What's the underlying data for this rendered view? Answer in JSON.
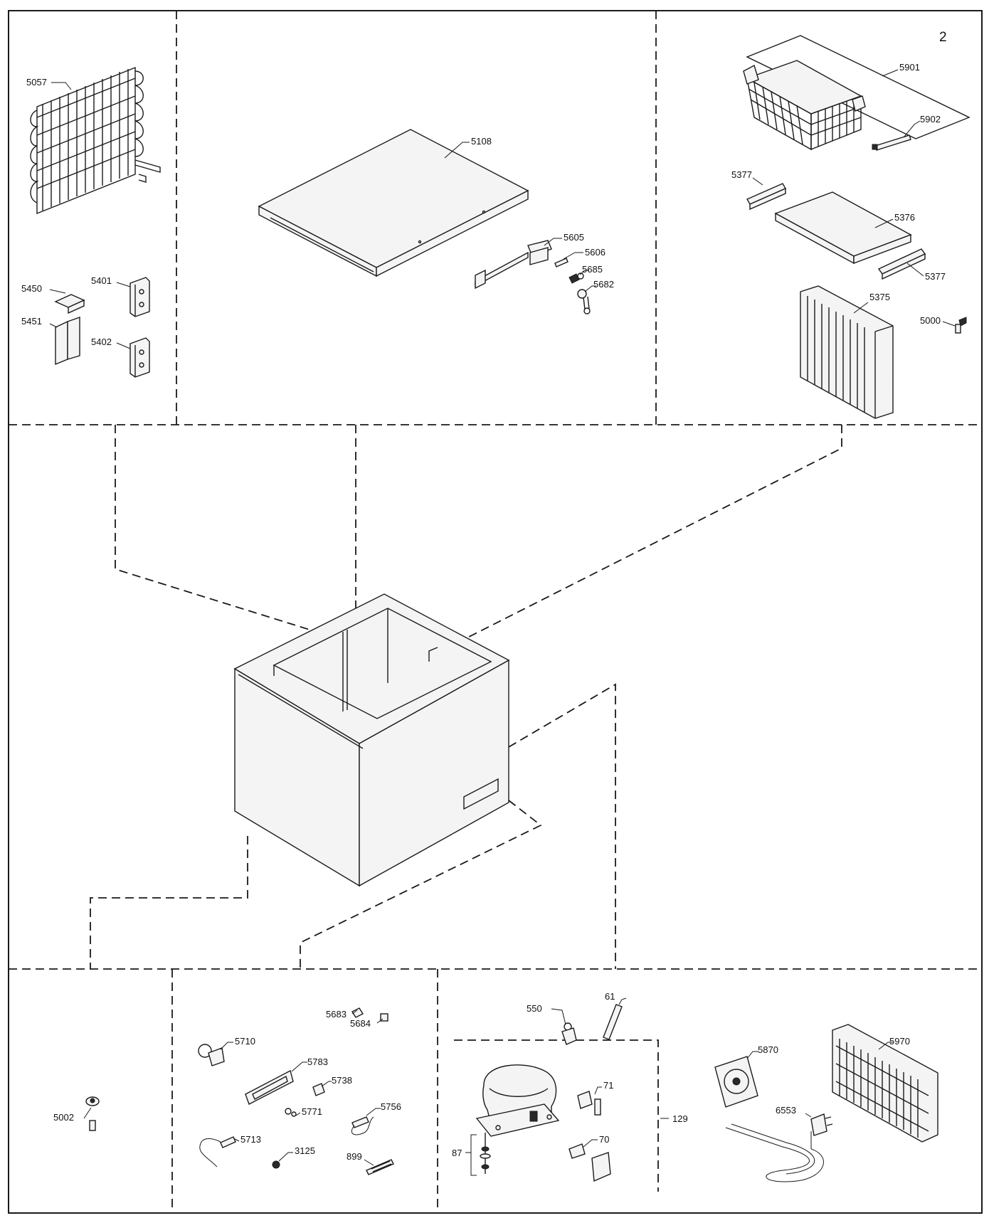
{
  "page_number": "2",
  "labels": {
    "p5057": "5057",
    "p5450": "5450",
    "p5401": "5401",
    "p5451": "5451",
    "p5402": "5402",
    "p5108": "5108",
    "p5605": "5605",
    "p5606": "5606",
    "p5685": "5685",
    "p5682": "5682",
    "p5901": "5901",
    "p5902": "5902",
    "p5377a": "5377",
    "p5376": "5376",
    "p5377b": "5377",
    "p5375": "5375",
    "p5000": "5000",
    "p5002": "5002",
    "p5683": "5683",
    "p5684": "5684",
    "p5710": "5710",
    "p5783": "5783",
    "p5738": "5738",
    "p5771": "5771",
    "p5756": "5756",
    "p5713": "5713",
    "p3125": "3125",
    "p899": "899",
    "p550": "550",
    "p61": "61",
    "p71": "71",
    "p129": "129",
    "p87": "87",
    "p70": "70",
    "p5870": "5870",
    "p5970": "5970",
    "p6553": "6553"
  }
}
